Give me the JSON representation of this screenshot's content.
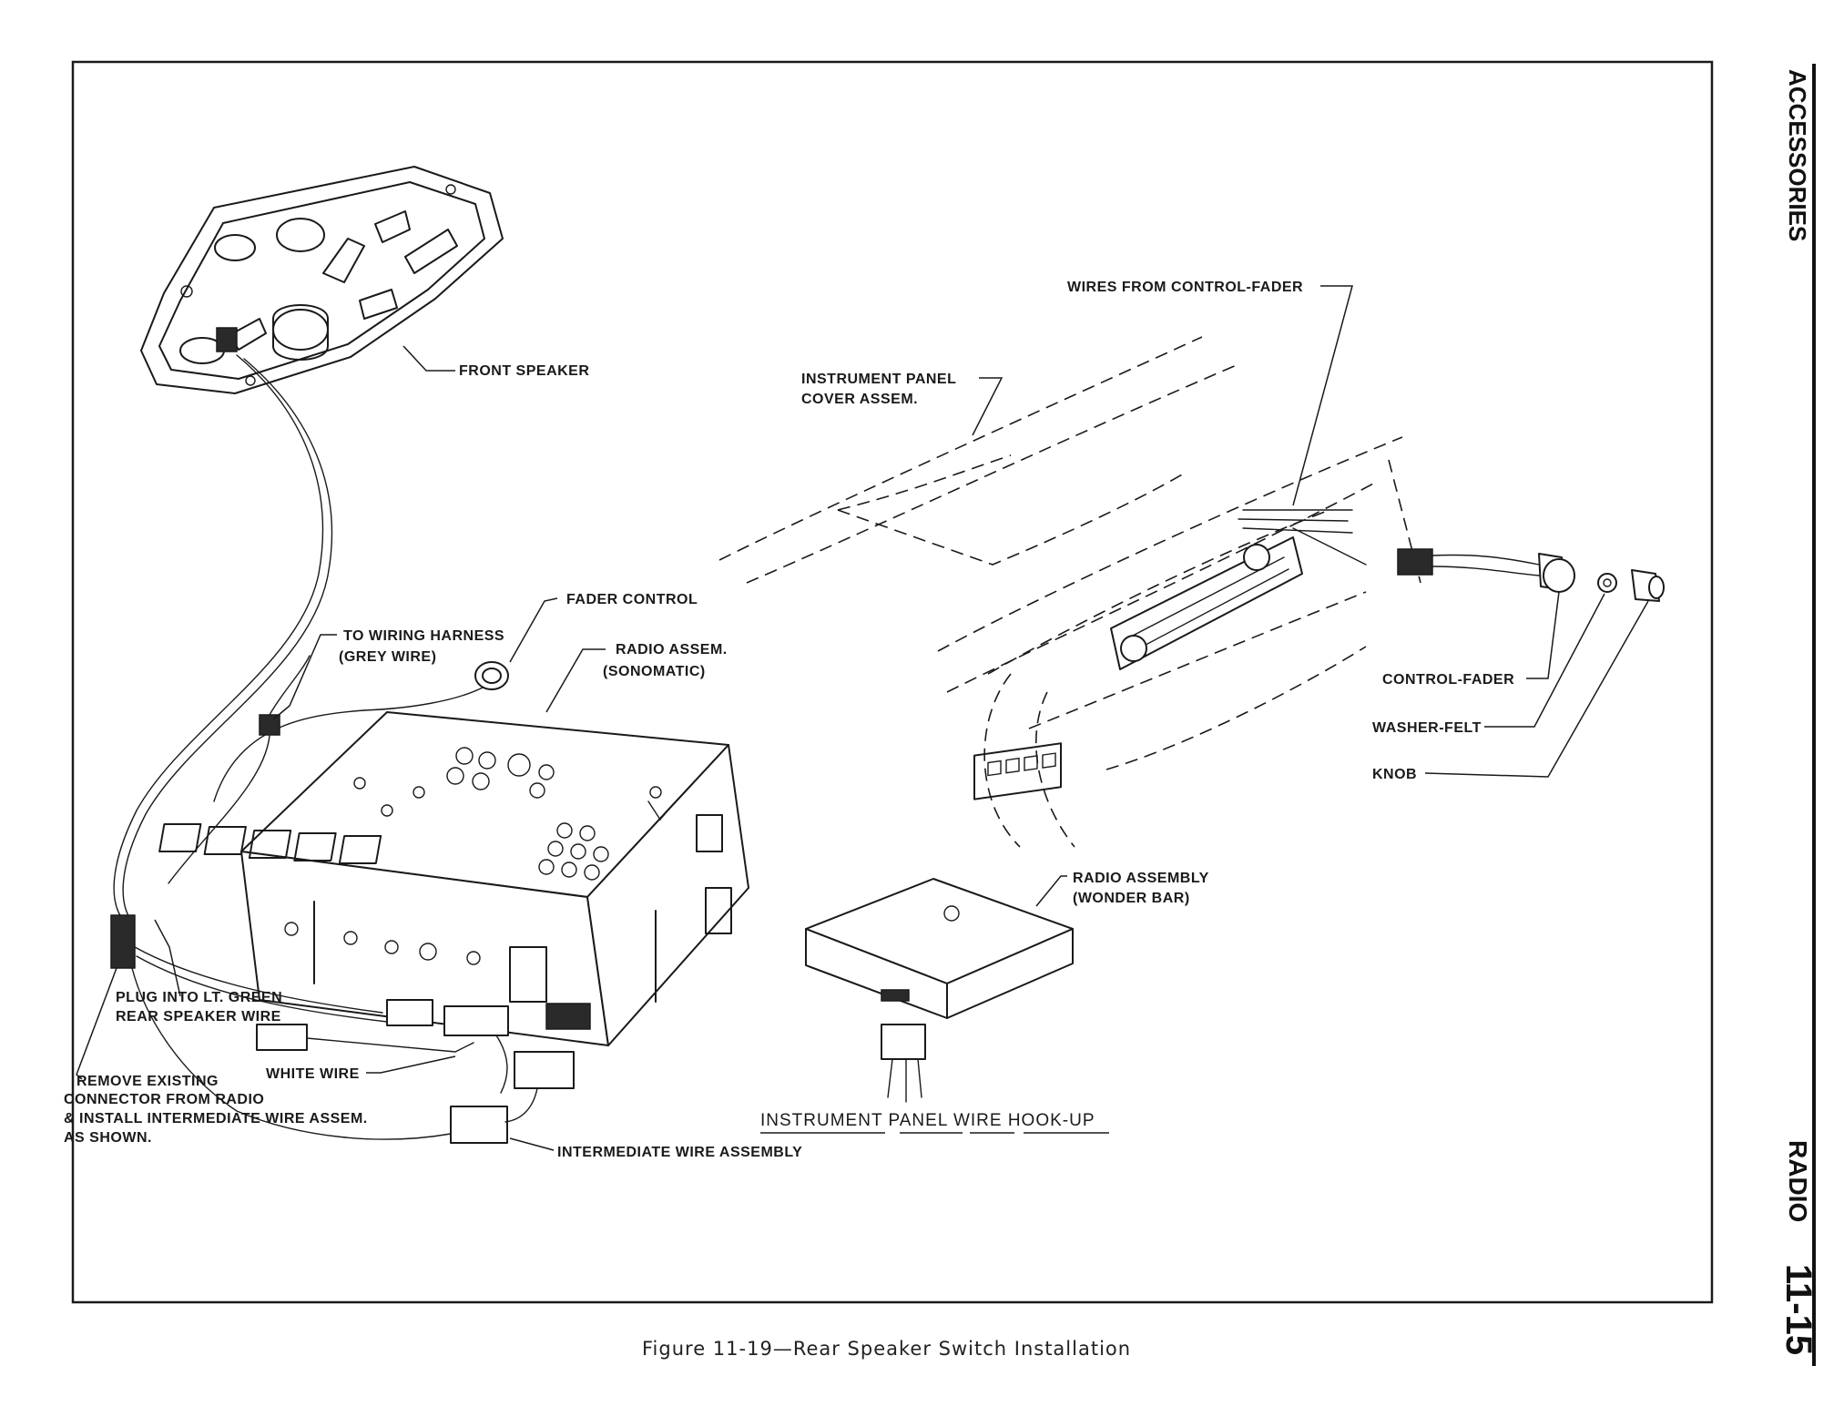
{
  "side_tab": {
    "section_top": "ACCESSORIES",
    "section_bottom": "RADIO",
    "page_number": "11-15"
  },
  "labels": {
    "front_speaker": "FRONT SPEAKER",
    "to_wiring_harness_1": "TO WIRING HARNESS",
    "to_wiring_harness_2": "(GREY WIRE)",
    "fader_control": "FADER CONTROL",
    "radio_assem_1": "RADIO  ASSEM.",
    "radio_assem_2": "(SONOMATIC)",
    "plug_into_1": "PLUG INTO LT. GREEN",
    "plug_into_2": "REAR SPEAKER WIRE",
    "remove_existing_1": "REMOVE EXISTING",
    "remove_existing_2": "CONNECTOR FROM RADIO",
    "remove_existing_3": "& INSTALL INTERMEDIATE WIRE ASSEM.",
    "remove_existing_4": "AS SHOWN.",
    "white_wire": "WHITE WIRE",
    "intermediate_wire": "INTERMEDIATE WIRE ASSEMBLY",
    "wires_from_control_fader": "WIRES FROM CONTROL-FADER",
    "instrument_panel_1": "INSTRUMENT PANEL",
    "instrument_panel_2": "COVER  ASSEM.",
    "control_fader": "CONTROL-FADER",
    "washer_felt": "WASHER-FELT",
    "knob": "KNOB",
    "radio_assembly_1": "RADIO ASSEMBLY",
    "radio_assembly_2": "(WONDER BAR)",
    "hookup_title": "INSTRUMENT  PANEL  WIRE  HOOK-UP"
  },
  "caption": "Figure 11-19—Rear Speaker Switch Installation"
}
